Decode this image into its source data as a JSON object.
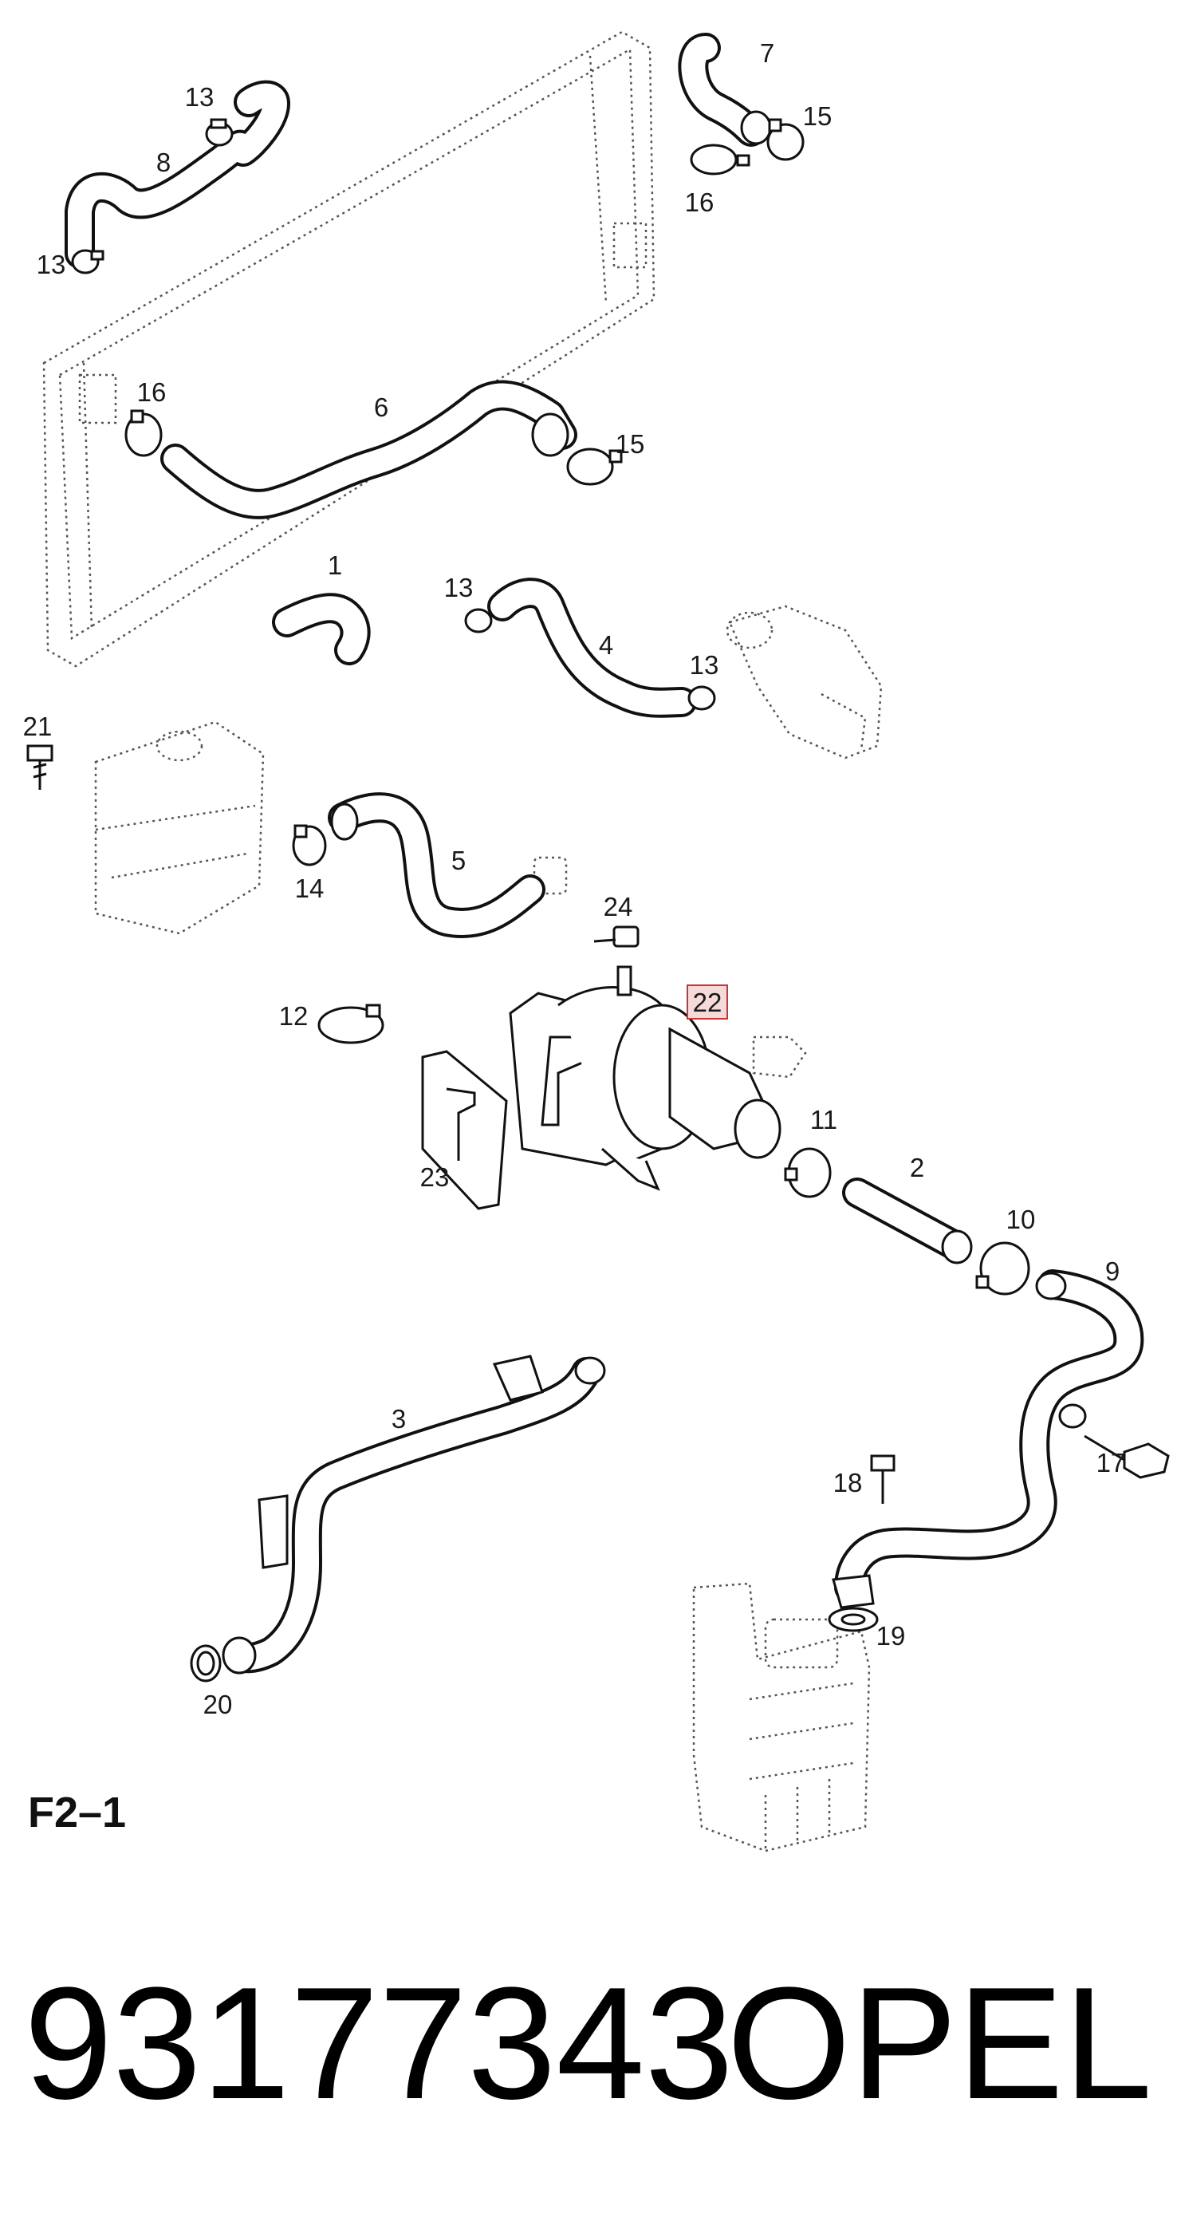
{
  "diagram": {
    "figure_code": "F2–1",
    "part_number": "93177343",
    "brand": "OPEL",
    "highlight_color": "#cc3333",
    "highlight_fill": "#f6dada",
    "highlighted_callout": "22",
    "callouts": {
      "c1": "1",
      "c2": "2",
      "c3": "3",
      "c4": "4",
      "c5": "5",
      "c6": "6",
      "c7": "7",
      "c8": "8",
      "c9": "9",
      "c10": "10",
      "c11": "11",
      "c12": "12",
      "c13a": "13",
      "c13b": "13",
      "c13c": "13",
      "c13d": "13",
      "c14": "14",
      "c15a": "15",
      "c15b": "15",
      "c16a": "16",
      "c16b": "16",
      "c17": "17",
      "c18": "18",
      "c19": "19",
      "c20": "20",
      "c21": "21",
      "c22": "22",
      "c23": "23",
      "c24": "24"
    }
  }
}
